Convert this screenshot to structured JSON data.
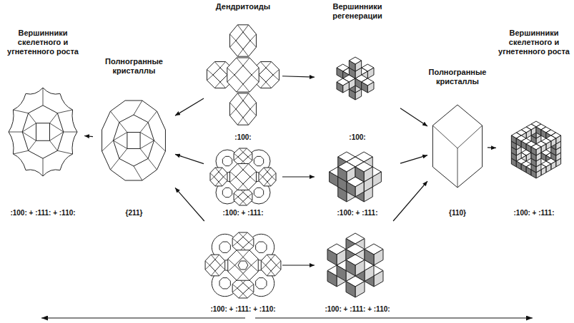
{
  "diagram": {
    "nodes": [
      {
        "text": [
          "Дендритоиды",
          ":100:"
        ]
      },
      {
        "text": [
          "Вершинники регенерации",
          ":100:"
        ]
      },
      {
        "text": [
          "Вершинники скелетного и угнетенного роста",
          ":100: + :111: + :110:"
        ]
      },
      {
        "text": [
          "Полногранные кристаллы",
          "{211}"
        ]
      },
      {
        "text": [
          ":100: + :111:"
        ]
      },
      {
        "text": [
          ":100: + :111:"
        ]
      },
      {
        "text": [
          "Полногранные кристаллы",
          "{110}"
        ]
      },
      {
        "text": [
          "Вершинники скелетного и угнетенного роста",
          ":100: + :111:"
        ]
      },
      {
        "text": [
          ":100: + :111: + :110:"
        ]
      },
      {
        "text": [
          ":100: + :111: + :110:"
        ]
      }
    ],
    "edges": [
      {
        "from": 0,
        "to": 3,
        "arrow": "to"
      },
      {
        "from": 4,
        "to": 3,
        "arrow": "to"
      },
      {
        "from": 8,
        "to": 3,
        "arrow": "to"
      },
      {
        "from": 3,
        "to": 2,
        "arrow": "to"
      },
      {
        "from": 0,
        "to": 1,
        "arrow": "to"
      },
      {
        "from": 4,
        "to": 5,
        "arrow": "to"
      },
      {
        "from": 8,
        "to": 9,
        "arrow": "to"
      },
      {
        "from": 1,
        "to": 6,
        "arrow": "to"
      },
      {
        "from": 5,
        "to": 6,
        "arrow": "to"
      },
      {
        "from": 9,
        "to": 6,
        "arrow": "to"
      },
      {
        "from": 6,
        "to": 7,
        "arrow": "to"
      }
    ]
  }
}
